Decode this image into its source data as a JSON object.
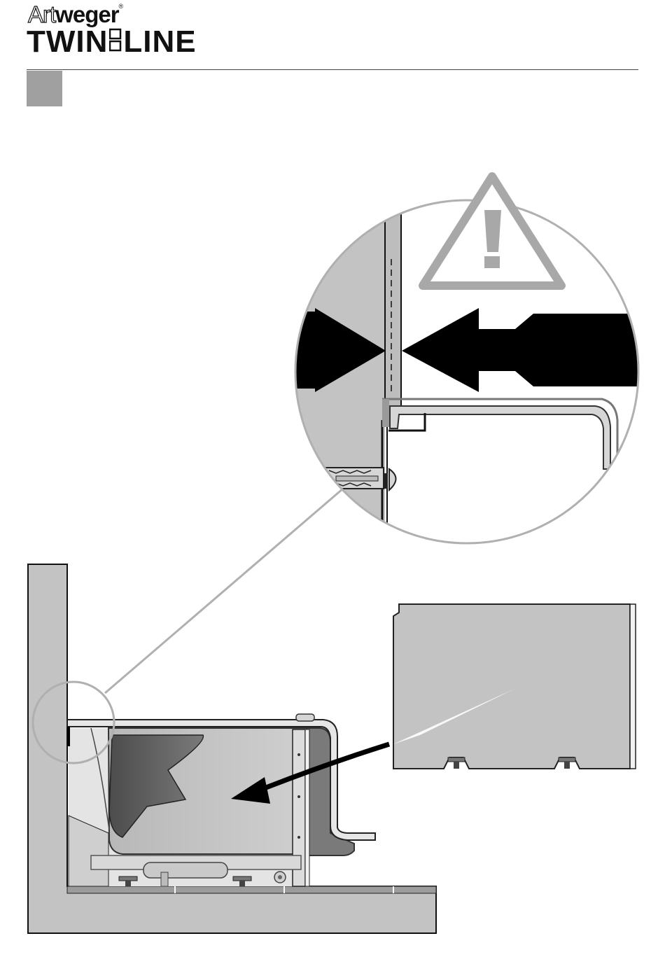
{
  "brand": {
    "wordmark_light": "Art",
    "wordmark_bold": "weger",
    "registered": "®",
    "product_left": "TWIN",
    "product_right": "LINE"
  },
  "header": {
    "step_marker_color": "#a0a0a0",
    "rule_color": "#444444"
  },
  "illustration": {
    "warning_icon": "warning-triangle-icon",
    "detail_callout": "magnified-detail-circle",
    "installation": "shower-tray-wall-installation",
    "panel": "front-apron-panel"
  }
}
